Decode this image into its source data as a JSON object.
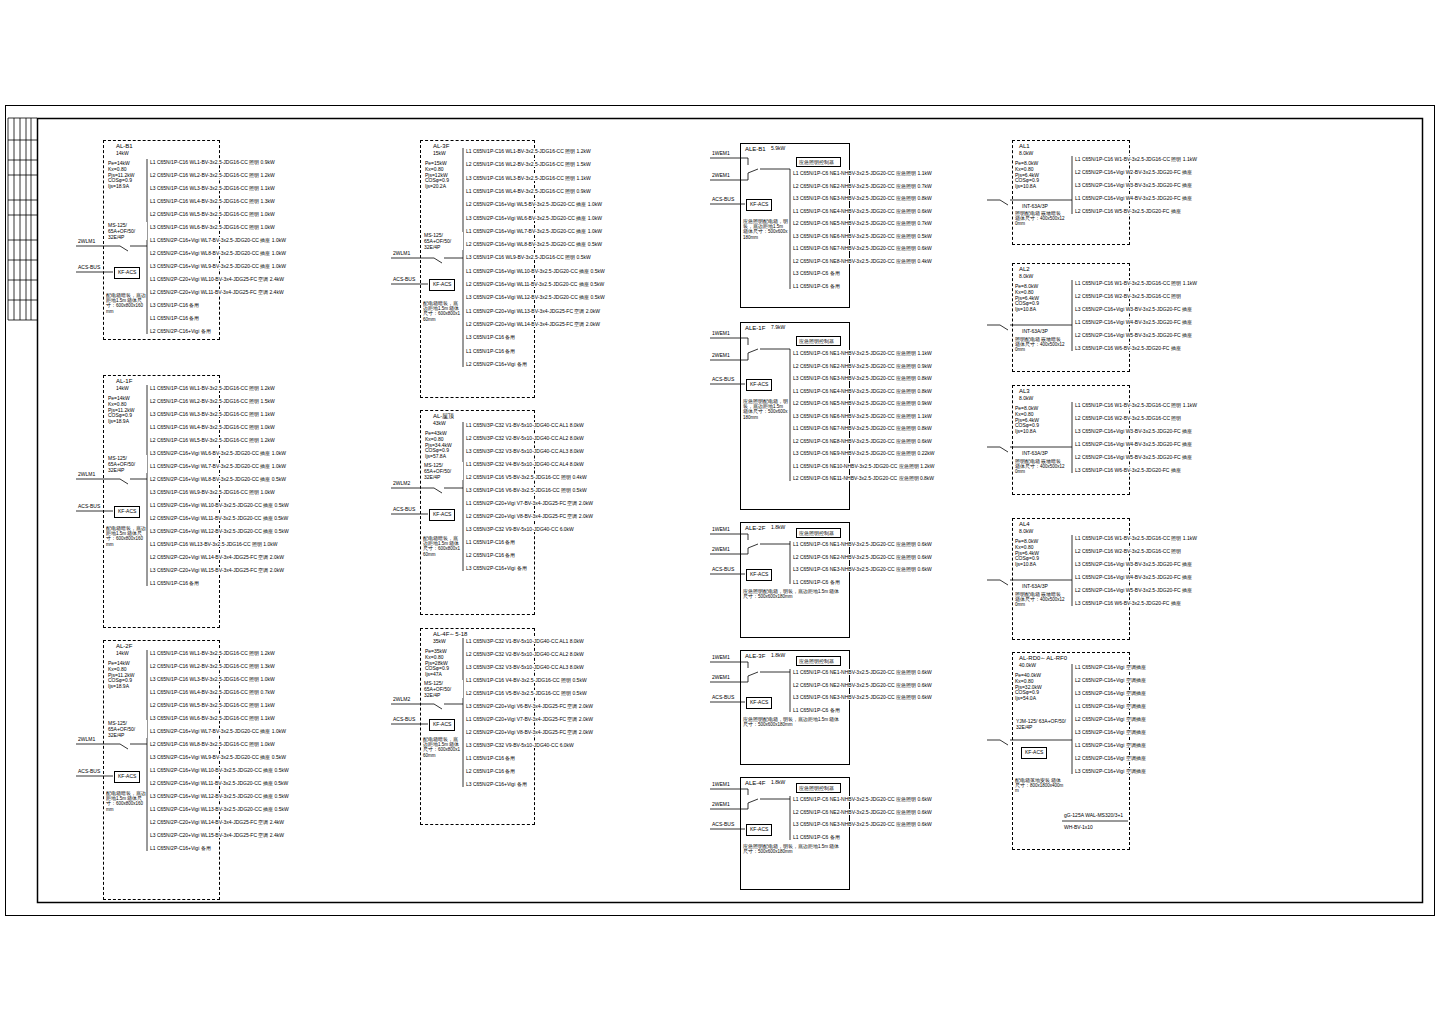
{
  "diagram": {
    "nodes": [
      {
        "text": [
          "AL-B1",
          "14kW",
          "Pe=14kW Kx=0.80 Pjs=11.2kW COSφ=0.9 Ijs=18.9A",
          "配电箱暗装，底边距地1.5m 箱体尺寸：600x800x160mm"
        ]
      },
      {
        "text": [
          "KF-ACS"
        ],
        "in": 0
      },
      {
        "text": [
          "AL-1F",
          "14kW",
          "Pe=14kW Kx=0.80 Pjs=11.2kW COSφ=0.9 Ijs=18.9A",
          "配电箱暗装，底边距地1.5m 箱体尺寸：600x800x160mm"
        ]
      },
      {
        "text": [
          "KF-ACS"
        ],
        "in": 2
      },
      {
        "text": [
          "AL-2F",
          "14kW",
          "Pe=14kW Kx=0.80 Pjs=11.2kW COSφ=0.9 Ijs=18.9A",
          "配电箱暗装，底边距地1.5m 箱体尺寸：600x800x160mm"
        ]
      },
      {
        "text": [
          "KF-ACS"
        ],
        "in": 4
      },
      {
        "text": [
          "AL-3F",
          "15kW",
          "Pe=15kW Kx=0.80 Pjs=12kW COSφ=0.9 Ijs=20.2A",
          "配电箱暗装，底边距地1.5m 箱体尺寸：600x800x160mm"
        ]
      },
      {
        "text": [
          "KF-ACS"
        ],
        "in": 6
      },
      {
        "text": [
          "AL-屋顶",
          "43kW",
          "Pe=43kW Kx=0.80 Pjs=34.4kW COSφ=0.9 Ijs=57.8A",
          "配电箱暗装，底边距地1.5m 箱体尺寸：600x800x160mm"
        ]
      },
      {
        "text": [
          "KF-ACS"
        ],
        "in": 8
      },
      {
        "text": [
          "AL-4F～5-18",
          "35kW",
          "Pe=35kW Kx=0.80 Pjs=28kW COSφ=0.9 Ijs=47A",
          "配电箱暗装，底边距地1.5m 箱体尺寸：600x800x160mm"
        ]
      },
      {
        "text": [
          "KF-ACS"
        ],
        "in": 10
      },
      {
        "text": [
          "ALE-B1",
          "5.9kW",
          "应急照明配电箱，明装，底边距地1.5m 箱体尺寸：500x600x180mm"
        ]
      },
      {
        "text": [
          "KF-ACS"
        ],
        "in": 12
      },
      {
        "text": [
          "应急照明控制器"
        ],
        "in": 12
      },
      {
        "text": [
          "ALE-1F",
          "7.9kW",
          "应急照明配电箱，明装，底边距地1.5m 箱体尺寸：500x600x180mm"
        ]
      },
      {
        "text": [
          "KF-ACS"
        ],
        "in": 15
      },
      {
        "text": [
          "应急照明控制器"
        ],
        "in": 15
      },
      {
        "text": [
          "ALE-2F",
          "1.8kW",
          "应急照明配电箱，明装，底边距地1.5m 箱体尺寸：500x600x180mm"
        ]
      },
      {
        "text": [
          "KF-ACS"
        ],
        "in": 18
      },
      {
        "text": [
          "应急照明控制器"
        ],
        "in": 18
      },
      {
        "text": [
          "ALE-3F",
          "1.8kW",
          "应急照明配电箱，明装，底边距地1.5m 箱体尺寸：500x600x180mm"
        ]
      },
      {
        "text": [
          "KF-ACS"
        ],
        "in": 21
      },
      {
        "text": [
          "应急照明控制器"
        ],
        "in": 21
      },
      {
        "text": [
          "ALE-4F",
          "1.8kW",
          "应急照明配电箱，明装，底边距地1.5m 箱体尺寸：500x600x180mm"
        ]
      },
      {
        "text": [
          "KF-ACS"
        ],
        "in": 24
      },
      {
        "text": [
          "应急照明控制器"
        ],
        "in": 24
      },
      {
        "text": [
          "AL1",
          "8.0kW",
          "Pe=8.0kW Kx=0.80 Pjs=6.4kW COSφ=0.9 Ijs=10.8A",
          "照明配电箱 嵌墙暗装 箱体尺寸：400x500x120mm"
        ]
      },
      {
        "text": [
          "AL2",
          "8.0kW",
          "Pe=8.0kW Kx=0.80 Pjs=6.4kW COSφ=0.9 Ijs=10.8A",
          "照明配电箱 嵌墙暗装 箱体尺寸：400x500x120mm"
        ]
      },
      {
        "text": [
          "AL3",
          "8.0kW",
          "Pe=8.0kW Kx=0.80 Pjs=6.4kW COSφ=0.9 Ijs=10.8A",
          "照明配电箱 嵌墙暗装 箱体尺寸：400x500x120mm"
        ]
      },
      {
        "text": [
          "AL4",
          "8.0kW",
          "Pe=8.0kW Kx=0.80 Pjs=6.4kW COSφ=0.9 Ijs=10.8A",
          "照明配电箱 嵌墙暗装 箱体尺寸：400x500x120mm"
        ]
      },
      {
        "text": [
          "AL-RD0～AL-RF0",
          "40.0kW",
          "Pe=40.0kW Kx=0.80 Pjs=32.0kW COSφ=0.9 Ijs=54.0A",
          "配电箱落地安装 箱体尺寸：800x1800x400mm"
        ]
      },
      {
        "text": [
          "KF-ACS"
        ],
        "in": 31
      }
    ],
    "labels": [
      "MS-125/ 65A+OF/50/ 32E/4P",
      "2WLM1",
      "ACS-BUS",
      "L1 C65N/1P-C16 WL1-BV-3x2.5-JDG16-CC 照明 0.9kW",
      "L2 C65N/1P-C16 WL2-BV-3x2.5-JDG16-CC 照明 1.2kW",
      "L3 C65N/1P-C16 WL3-BV-3x2.5-JDG16-CC 照明 1.1kW",
      "L1 C65N/1P-C16 WL4-BV-3x2.5-JDG16-CC 照明 1.3kW",
      "L2 C65N/1P-C16 WL5-BV-3x2.5-JDG16-CC 照明 1.0kW",
      "L3 C65N/1P-C16 WL6-BV-3x2.5-JDG16-CC 照明 1.0kW",
      "L1 C65N/2P-C16+Vigi WL7-BV-3x2.5-JDG20-CC 插座 1.0kW",
      "L2 C65N/2P-C16+Vigi WL8-BV-3x2.5-JDG20-CC 插座 1.0kW",
      "L3 C65N/2P-C16+Vigi WL9-BV-3x2.5-JDG20-CC 插座 1.0kW",
      "L1 C65N/2P-C20+Vigi WL10-BV-3x4-JDG25-FC 空调 2.4kW",
      "L2 C65N/2P-C20+Vigi WL11-BV-3x4-JDG25-FC 空调 2.4kW",
      "L3 C65N/1P-C16 备用",
      "L1 C65N/1P-C16 备用",
      "L2 C65N/2P-C16+Vigi 备用",
      "MS-125/ 65A+OF/50/ 32E/4P",
      "2WLM1",
      "ACS-BUS",
      "L1 C65N/1P-C16 WL1-BV-3x2.5-JDG16-CC 照明 1.2kW",
      "L2 C65N/1P-C16 WL2-BV-3x2.5-JDG16-CC 照明 1.5kW",
      "L3 C65N/1P-C16 WL3-BV-3x2.5-JDG16-CC 照明 1.1kW",
      "L1 C65N/1P-C16 WL4-BV-3x2.5-JDG16-CC 照明 1.0kW",
      "L2 C65N/1P-C16 WL5-BV-3x2.5-JDG16-CC 照明 1.2kW",
      "L3 C65N/2P-C16+Vigi WL6-BV-3x2.5-JDG20-CC 插座 1.0kW",
      "L1 C65N/2P-C16+Vigi WL7-BV-3x2.5-JDG20-CC 插座 1.0kW",
      "L2 C65N/2P-C16+Vigi WL8-BV-3x2.5-JDG20-CC 插座 0.5kW",
      "L3 C65N/1P-C16 WL9-BV-3x2.5-JDG16-CC 照明 1.0kW",
      "L1 C65N/2P-C16+Vigi WL10-BV-3x2.5-JDG20-CC 插座 0.5kW",
      "L2 C65N/2P-C16+Vigi WL11-BV-3x2.5-JDG20-CC 插座 0.5kW",
      "L3 C65N/2P-C16+Vigi WL12-BV-3x2.5-JDG20-CC 插座 0.5kW",
      "L1 C65N/1P-C16 WL13-BV-3x2.5-JDG16-CC 照明 1.0kW",
      "L2 C65N/2P-C20+Vigi WL14-BV-3x4-JDG25-FC 空调 2.0kW",
      "L3 C65N/2P-C20+Vigi WL15-BV-3x4-JDG25-FC 空调 2.0kW",
      "L1 C65N/1P-C16 备用",
      "MS-125/ 65A+OF/50/ 32E/4P",
      "2WLM1",
      "ACS-BUS",
      "L1 C65N/1P-C16 WL1-BV-3x2.5-JDG16-CC 照明 1.2kW",
      "L2 C65N/1P-C16 WL2-BV-3x2.5-JDG16-CC 照明 1.3kW",
      "L3 C65N/1P-C16 WL3-BV-3x2.5-JDG16-CC 照明 1.0kW",
      "L1 C65N/1P-C16 WL4-BV-3x2.5-JDG16-CC 照明 0.7kW",
      "L2 C65N/1P-C16 WL5-BV-3x2.5-JDG16-CC 照明 1.1kW",
      "L3 C65N/1P-C16 WL6-BV-3x2.5-JDG16-CC 照明 1.1kW",
      "L1 C65N/2P-C16+Vigi WL7-BV-3x2.5-JDG20-CC 插座 1.0kW",
      "L2 C65N/1P-C16 WL8-BV-3x2.5-JDG16-CC 照明 1.0kW",
      "L3 C65N/2P-C16+Vigi WL9-BV-3x2.5-JDG20-CC 插座 0.5kW",
      "L1 C65N/2P-C16+Vigi WL10-BV-3x2.5-JDG20-CC 插座 0.5kW",
      "L2 C65N/2P-C16+Vigi WL11-BV-3x2.5-JDG20-CC 插座 0.5kW",
      "L3 C65N/2P-C16+Vigi WL12-BV-3x2.5-JDG20-CC 插座 0.5kW",
      "L1 C65N/2P-C16+Vigi WL13-BV-3x2.5-JDG20-CC 插座 0.5kW",
      "L2 C65N/2P-C20+Vigi WL14-BV-3x4-JDG25-FC 空调 2.4kW",
      "L3 C65N/2P-C20+Vigi WL15-BV-3x4-JDG25-FC 空调 2.4kW",
      "L1 C65N/2P-C16+Vigi 备用",
      "MS-125/ 65A+OF/50/ 32E/4P",
      "2WLM1",
      "ACS-BUS",
      "L1 C65N/1P-C16 WL1-BV-3x2.5-JDG16-CC 照明 1.2kW",
      "L2 C65N/1P-C16 WL2-BV-3x2.5-JDG16-CC 照明 1.5kW",
      "L3 C65N/1P-C16 WL3-BV-3x2.5-JDG16-CC 照明 1.1kW",
      "L1 C65N/1P-C16 WL4-BV-3x2.5-JDG16-CC 照明 0.9kW",
      "L2 C65N/2P-C16+Vigi WL5-BV-3x2.5-JDG20-CC 插座 1.0kW",
      "L3 C65N/2P-C16+Vigi WL6-BV-3x2.5-JDG20-CC 插座 1.0kW",
      "L1 C65N/2P-C16+Vigi WL7-BV-3x2.5-JDG20-CC 插座 1.0kW",
      "L2 C65N/2P-C16+Vigi WL8-BV-3x2.5-JDG20-CC 插座 0.5kW",
      "L3 C65N/1P-C16 WL9-BV-3x2.5-JDG16-CC 照明 0.5kW",
      "L1 C65N/2P-C16+Vigi WL10-BV-3x2.5-JDG20-CC 插座 0.5kW",
      "L2 C65N/2P-C16+Vigi WL11-BV-3x2.5-JDG20-CC 插座 0.5kW",
      "L3 C65N/2P-C16+Vigi WL12-BV-3x2.5-JDG20-CC 插座 0.5kW",
      "L1 C65N/2P-C20+Vigi WL13-BV-3x4-JDG25-FC 空调 2.0kW",
      "L2 C65N/2P-C20+Vigi WL14-BV-3x4-JDG25-FC 空调 2.0kW",
      "L3 C65N/1P-C16 备用",
      "L1 C65N/1P-C16 备用",
      "L2 C65N/2P-C16+Vigi 备用",
      "MS-125/ 65A+OF/50/ 32E/4P",
      "2WLM2",
      "ACS-BUS",
      "L1 C65N/3P-C32 V1-BV-5x10-JDG40-CC AL1 8.0kW",
      "L2 C65N/3P-C32 V2-BV-5x10-JDG40-CC AL2 8.0kW",
      "L3 C65N/3P-C32 V3-BV-5x10-JDG40-CC AL3 8.0kW",
      "L1 C65N/3P-C32 V4-BV-5x10-JDG40-CC AL4 8.0kW",
      "L2 C65N/1P-C16 V5-BV-3x2.5-JDG16-CC 照明 0.4kW",
      "L3 C65N/1P-C16 V6-BV-3x2.5-JDG16-CC 照明 0.5kW",
      "L1 C65N/2P-C20+Vigi V7-BV-3x4-JDG25-FC 空调 2.0kW",
      "L2 C65N/2P-C20+Vigi V8-BV-3x4-JDG25-FC 空调 2.0kW",
      "L3 C65N/3P-C32 V9-BV-5x10-JDG40-CC 6.0kW",
      "L1 C65N/1P-C16 备用",
      "L2 C65N/1P-C16 备用",
      "L3 C65N/2P-C16+Vigi 备用",
      "MS-125/ 65A+OF/50/ 32E/4P",
      "2WLM2",
      "ACS-BUS",
      "L1 C65N/3P-C32 V1-BV-5x10-JDG40-CC AL1 8.0kW",
      "L2 C65N/3P-C32 V2-BV-5x10-JDG40-CC AL2 8.0kW",
      "L3 C65N/3P-C32 V3-BV-5x10-JDG40-CC AL3 8.0kW",
      "L1 C65N/1P-C16 V4-BV-3x2.5-JDG16-CC 照明 0.5kW",
      "L2 C65N/1P-C16 V5-BV-3x2.5-JDG16-CC 照明 0.5kW",
      "L3 C65N/2P-C20+Vigi V6-BV-3x4-JDG25-FC 空调 2.0kW",
      "L1 C65N/2P-C20+Vigi V7-BV-3x4-JDG25-FC 空调 2.0kW",
      "L2 C65N/2P-C20+Vigi V8-BV-3x4-JDG25-FC 空调 2.0kW",
      "L3 C65N/3P-C32 V9-BV-5x10-JDG40-CC 6.0kW",
      "L1 C65N/1P-C16 备用",
      "L2 C65N/1P-C16 备用",
      "L3 C65N/2P-C16+Vigi 备用",
      "1WEM1",
      "2WEM1",
      "ACS-BUS",
      "L1 C65N/1P-C6 NE1-NHBV-3x2.5-JDG20-CC 应急照明 1.1kW",
      "L2 C65N/1P-C6 NE2-NHBV-3x2.5-JDG20-CC 应急照明 0.7kW",
      "L3 C65N/1P-C6 NE3-NHBV-3x2.5-JDG20-CC 应急照明 0.8kW",
      "L1 C65N/1P-C6 NE4-NHBV-3x2.5-JDG20-CC 应急照明 0.6kW",
      "L2 C65N/1P-C6 NE5-NHBV-3x2.5-JDG20-CC 应急照明 0.7kW",
      "L3 C65N/1P-C6 NE6-NHBV-3x2.5-JDG20-CC 应急照明 0.5kW",
      "L1 C65N/1P-C6 NE7-NHBV-3x2.5-JDG20-CC 应急照明 0.6kW",
      "L2 C65N/1P-C6 NE8-NHBV-3x2.5-JDG20-CC 应急照明 0.4kW",
      "L3 C65N/1P-C6 备用",
      "L1 C65N/1P-C6 备用",
      "1WEM1",
      "2WEM1",
      "ACS-BUS",
      "L1 C65N/1P-C6 NE1-NHBV-3x2.5-JDG20-CC 应急照明 1.1kW",
      "L2 C65N/1P-C6 NE2-NHBV-3x2.5-JDG20-CC 应急照明 0.9kW",
      "L3 C65N/1P-C6 NE3-NHBV-3x2.5-JDG20-CC 应急照明 0.8kW",
      "L1 C65N/1P-C6 NE4-NHBV-3x2.5-JDG20-CC 应急照明 0.8kW",
      "L2 C65N/1P-C6 NE5-NHBV-3x2.5-JDG20-CC 应急照明 0.9kW",
      "L3 C65N/1P-C6 NE6-NHBV-3x2.5-JDG20-CC 应急照明 1.1kW",
      "L1 C65N/1P-C6 NE7-NHBV-3x2.5-JDG20-CC 应急照明 0.8kW",
      "L2 C65N/1P-C6 NE8-NHBV-3x2.5-JDG20-CC 应急照明 0.6kW",
      "L3 C65N/1P-C6 NE9-NHBV-3x2.5-JDG20-CC 应急照明 0.22kW",
      "L1 C65N/1P-C6 NE10-NHBV-3x2.5-JDG20-CC 应急照明 1.2kW",
      "L2 C65N/1P-C6 NE11-NHBV-3x2.5-JDG20-CC 应急照明 0.8kW",
      "1WEM1",
      "2WEM1",
      "ACS-BUS",
      "L1 C65N/1P-C6 NE1-NHBV-3x2.5-JDG20-CC 应急照明 0.6kW",
      "L2 C65N/1P-C6 NE2-NHBV-3x2.5-JDG20-CC 应急照明 0.6kW",
      "L3 C65N/1P-C6 NE3-NHBV-3x2.5-JDG20-CC 应急照明 0.6kW",
      "L1 C65N/1P-C6 备用",
      "1WEM1",
      "2WEM1",
      "ACS-BUS",
      "L1 C65N/1P-C6 NE1-NHBV-3x2.5-JDG20-CC 应急照明 0.6kW",
      "L2 C65N/1P-C6 NE2-NHBV-3x2.5-JDG20-CC 应急照明 0.6kW",
      "L3 C65N/1P-C6 NE3-NHBV-3x2.5-JDG20-CC 应急照明 0.6kW",
      "L1 C65N/1P-C6 备用",
      "1WEM1",
      "2WEM1",
      "ACS-BUS",
      "L1 C65N/1P-C6 NE1-NHBV-3x2.5-JDG20-CC 应急照明 0.6kW",
      "L2 C65N/1P-C6 NE2-NHBV-3x2.5-JDG20-CC 应急照明 0.6kW",
      "L3 C65N/1P-C6 NE3-NHBV-3x2.5-JDG20-CC 应急照明 0.6kW",
      "L1 C65N/1P-C6 备用",
      "INT-63A/3P",
      "L1 C65N/1P-C16 W1-BV-3x2.5-JDG16-CC 照明 1.1kW",
      "L2 C65N/2P-C16+Vigi W2-BV-3x2.5-JDG20-FC 插座",
      "L3 C65N/2P-C16+Vigi W3-BV-3x2.5-JDG20-FC 插座",
      "L1 C65N/2P-C16+Vigi W4-BV-3x2.5-JDG20-FC 插座",
      "L2 C65N/1P-C16 W5-BV-3x2.5-JDG20-FC 插座",
      "INT-63A/3P",
      "L1 C65N/1P-C16 W1-BV-3x2.5-JDG16-CC 照明 1.1kW",
      "L2 C65N/1P-C16 W2-BV-3x2.5-JDG16-CC 照明",
      "L3 C65N/2P-C16+Vigi W3-BV-3x2.5-JDG20-FC 插座",
      "L1 C65N/2P-C16+Vigi W4-BV-3x2.5-JDG20-FC 插座",
      "L2 C65N/2P-C16+Vigi W5-BV-3x2.5-JDG20-FC 插座",
      "L3 C65N/1P-C16 W6-BV-3x2.5-JDG20-FC 插座",
      "INT-63A/3P",
      "L1 C65N/1P-C16 W1-BV-3x2.5-JDG16-CC 照明 1.1kW",
      "L2 C65N/1P-C16 W2-BV-3x2.5-JDG16-CC 照明",
      "L3 C65N/2P-C16+Vigi W3-BV-3x2.5-JDG20-FC 插座",
      "L1 C65N/2P-C16+Vigi W4-BV-3x2.5-JDG20-FC 插座",
      "L2 C65N/2P-C16+Vigi W5-BV-3x2.5-JDG20-FC 插座",
      "L3 C65N/1P-C16 W6-BV-3x2.5-JDG20-FC 插座",
      "INT-63A/3P",
      "L1 C65N/1P-C16 W1-BV-3x2.5-JDG16-CC 照明 1.1kW",
      "L2 C65N/1P-C16 W2-BV-3x2.5-JDG16-CC 照明",
      "L3 C65N/2P-C16+Vigi W3-BV-3x2.5-JDG20-FC 插座",
      "L1 C65N/2P-C16+Vigi W4-BV-3x2.5-JDG20-FC 插座",
      "L2 C65N/2P-C16+Vigi W5-BV-3x2.5-JDG20-FC 插座",
      "L3 C65N/1P-C16 W6-BV-3x2.5-JDG20-FC 插座",
      "YJM-125/ 63A+OF/50/ 32E/4P",
      "L1 C65N/2P-C16+Vigi 空调插座",
      "L2 C65N/2P-C16+Vigi 空调插座",
      "L3 C65N/2P-C16+Vigi 空调插座",
      "L1 C65N/2P-C16+Vigi 空调插座",
      "L2 C65N/2P-C16+Vigi 空调插座",
      "L3 C65N/2P-C16+Vigi 空调插座",
      "L1 C65N/2P-C16+Vigi 空调插座",
      "L2 C65N/2P-C16+Vigi 空调插座",
      "L3 C65N/2P-C16+Vigi 空调插座",
      "gG-125A WAL-MS320/3+1",
      "WH-BV-1x10"
    ]
  }
}
